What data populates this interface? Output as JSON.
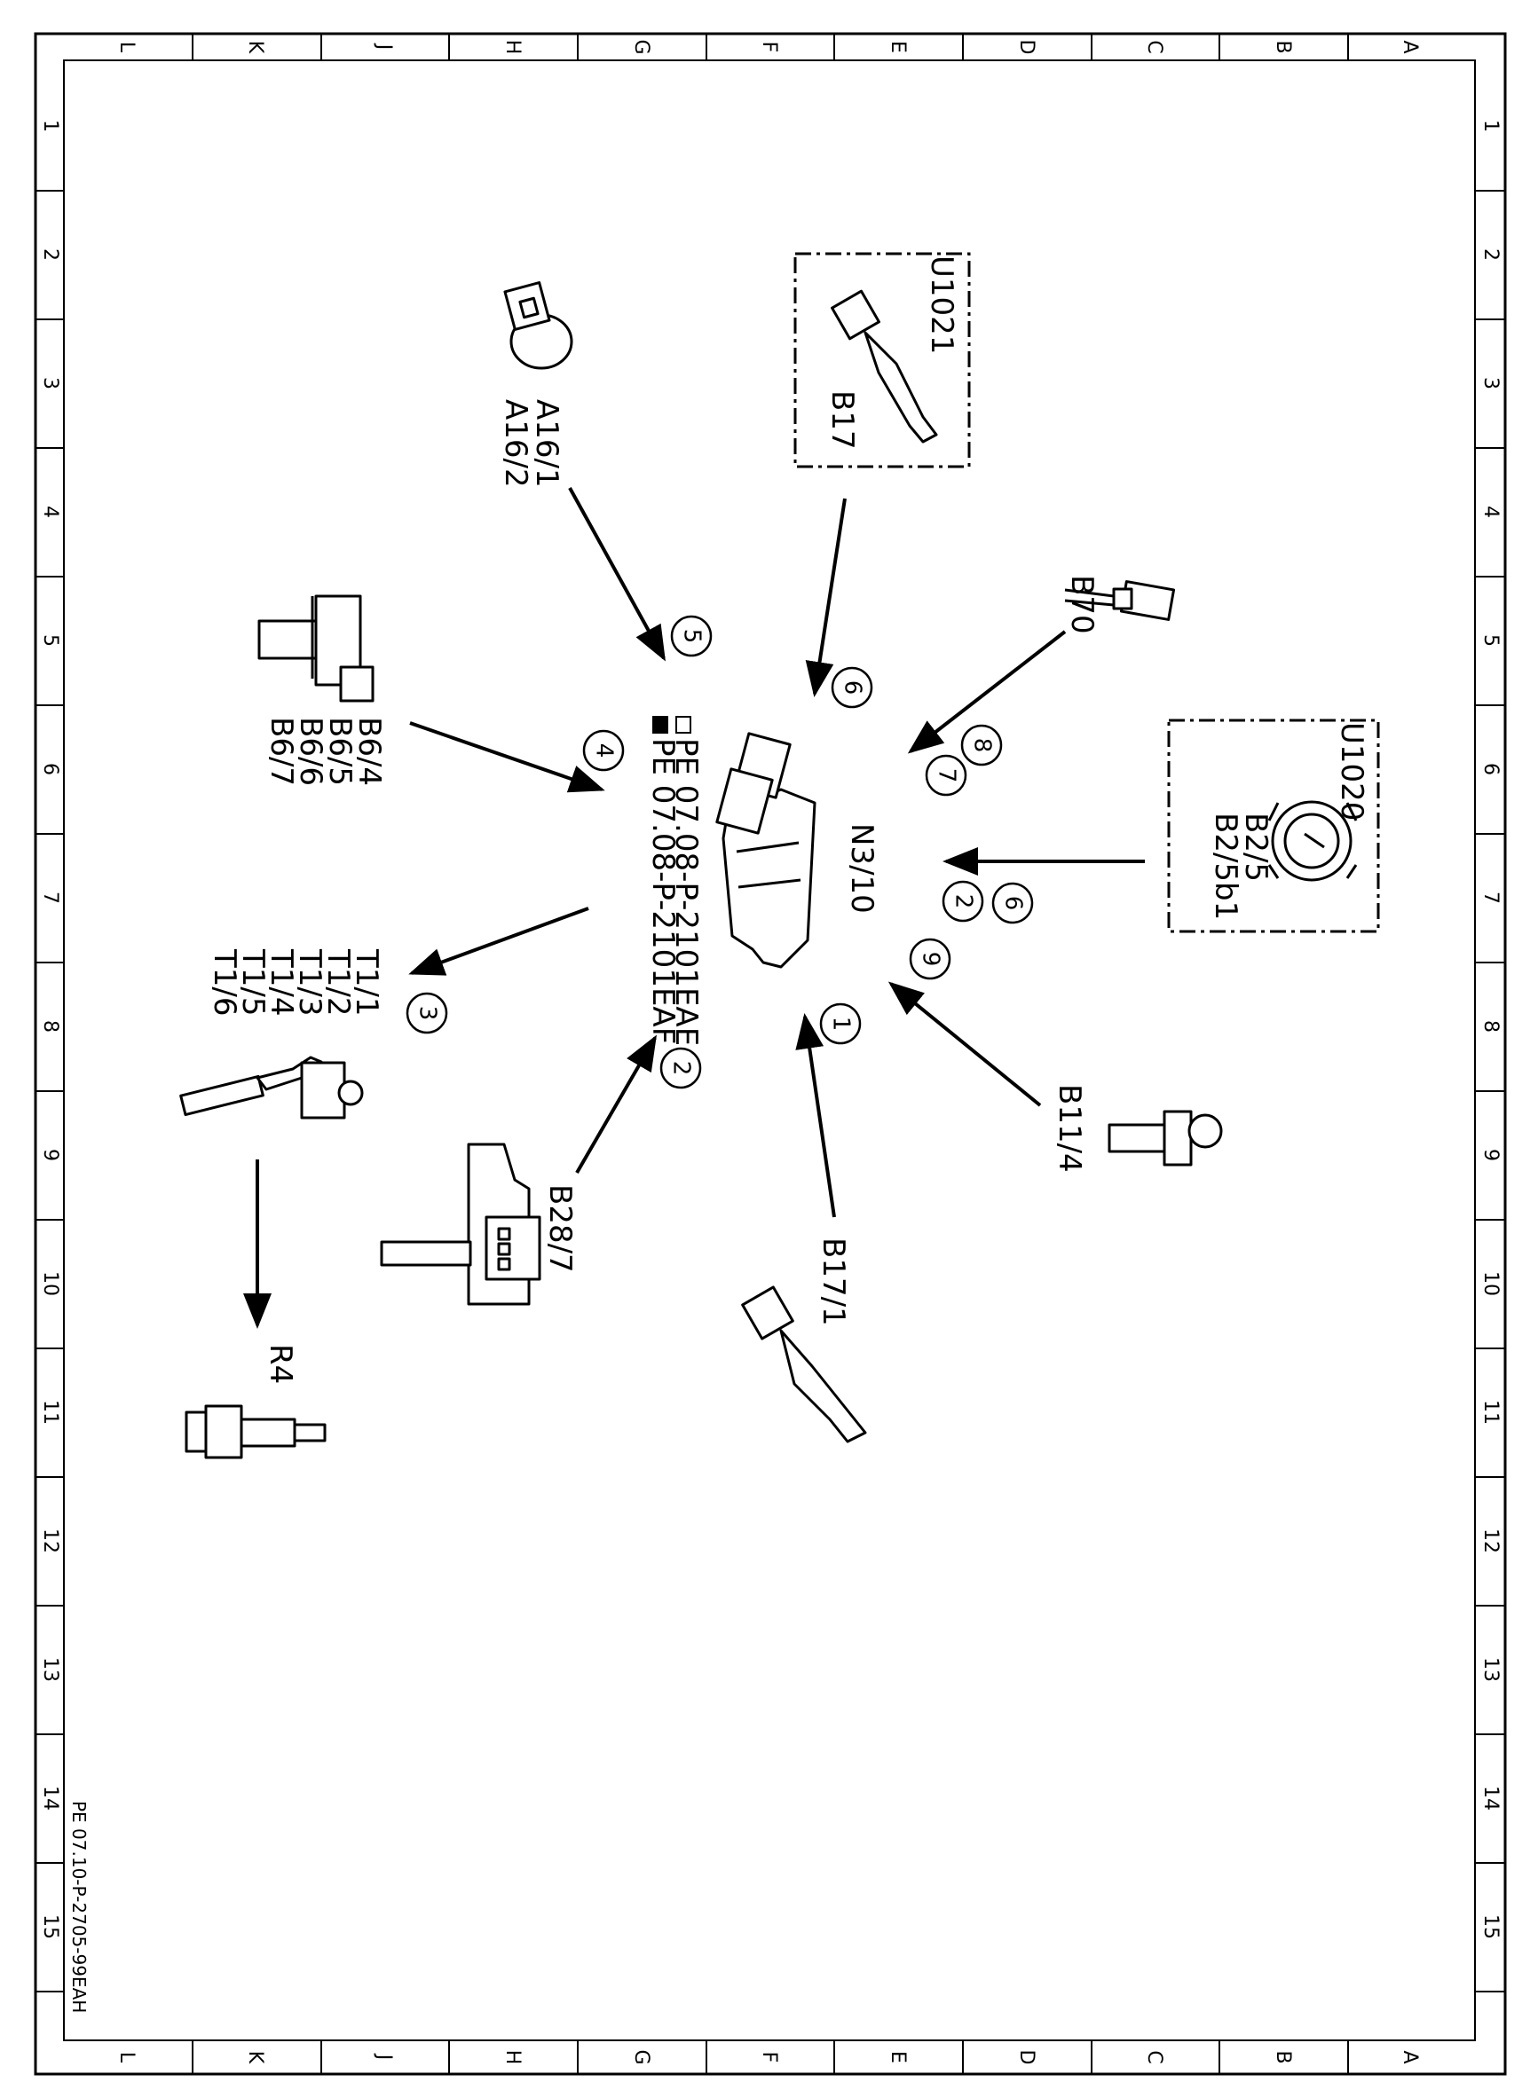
{
  "frame": {
    "row_letters": [
      "L",
      "K",
      "J",
      "H",
      "G",
      "F",
      "E",
      "D",
      "C",
      "B",
      "A"
    ],
    "col_numbers": [
      "1",
      "2",
      "3",
      "4",
      "5",
      "6",
      "7",
      "8",
      "9",
      "10",
      "11",
      "12",
      "13",
      "14",
      "15"
    ],
    "document_code": "PE 07.10-P-2705-99EAH"
  },
  "components": {
    "n3_10": "N3/10",
    "u1021": "U1021",
    "b17": "B17",
    "a16": [
      "A16/1",
      "A16/2"
    ],
    "b70": "B70",
    "u1020": "U1020",
    "b2": [
      "B2/5",
      "B2/5b1"
    ],
    "b6": [
      "B6/4",
      "B6/5",
      "B6/6",
      "B6/7"
    ],
    "t1": [
      "T1/1",
      "T1/2",
      "T1/3",
      "T1/4",
      "T1/5",
      "T1/6"
    ],
    "b11_4": "B11/4",
    "b17_1": "B17/1",
    "b28_7": "B28/7",
    "r4": "R4"
  },
  "references": [
    "PE 07.08-P-2101EAE",
    "PE 07.08-P-2101EAF"
  ],
  "markers": {
    "m1": "1",
    "m2a": "2",
    "m2b": "2",
    "m3": "3",
    "m4": "4",
    "m5": "5",
    "m6a": "6",
    "m6b": "6",
    "m7": "7",
    "m8": "8",
    "m9": "9"
  }
}
